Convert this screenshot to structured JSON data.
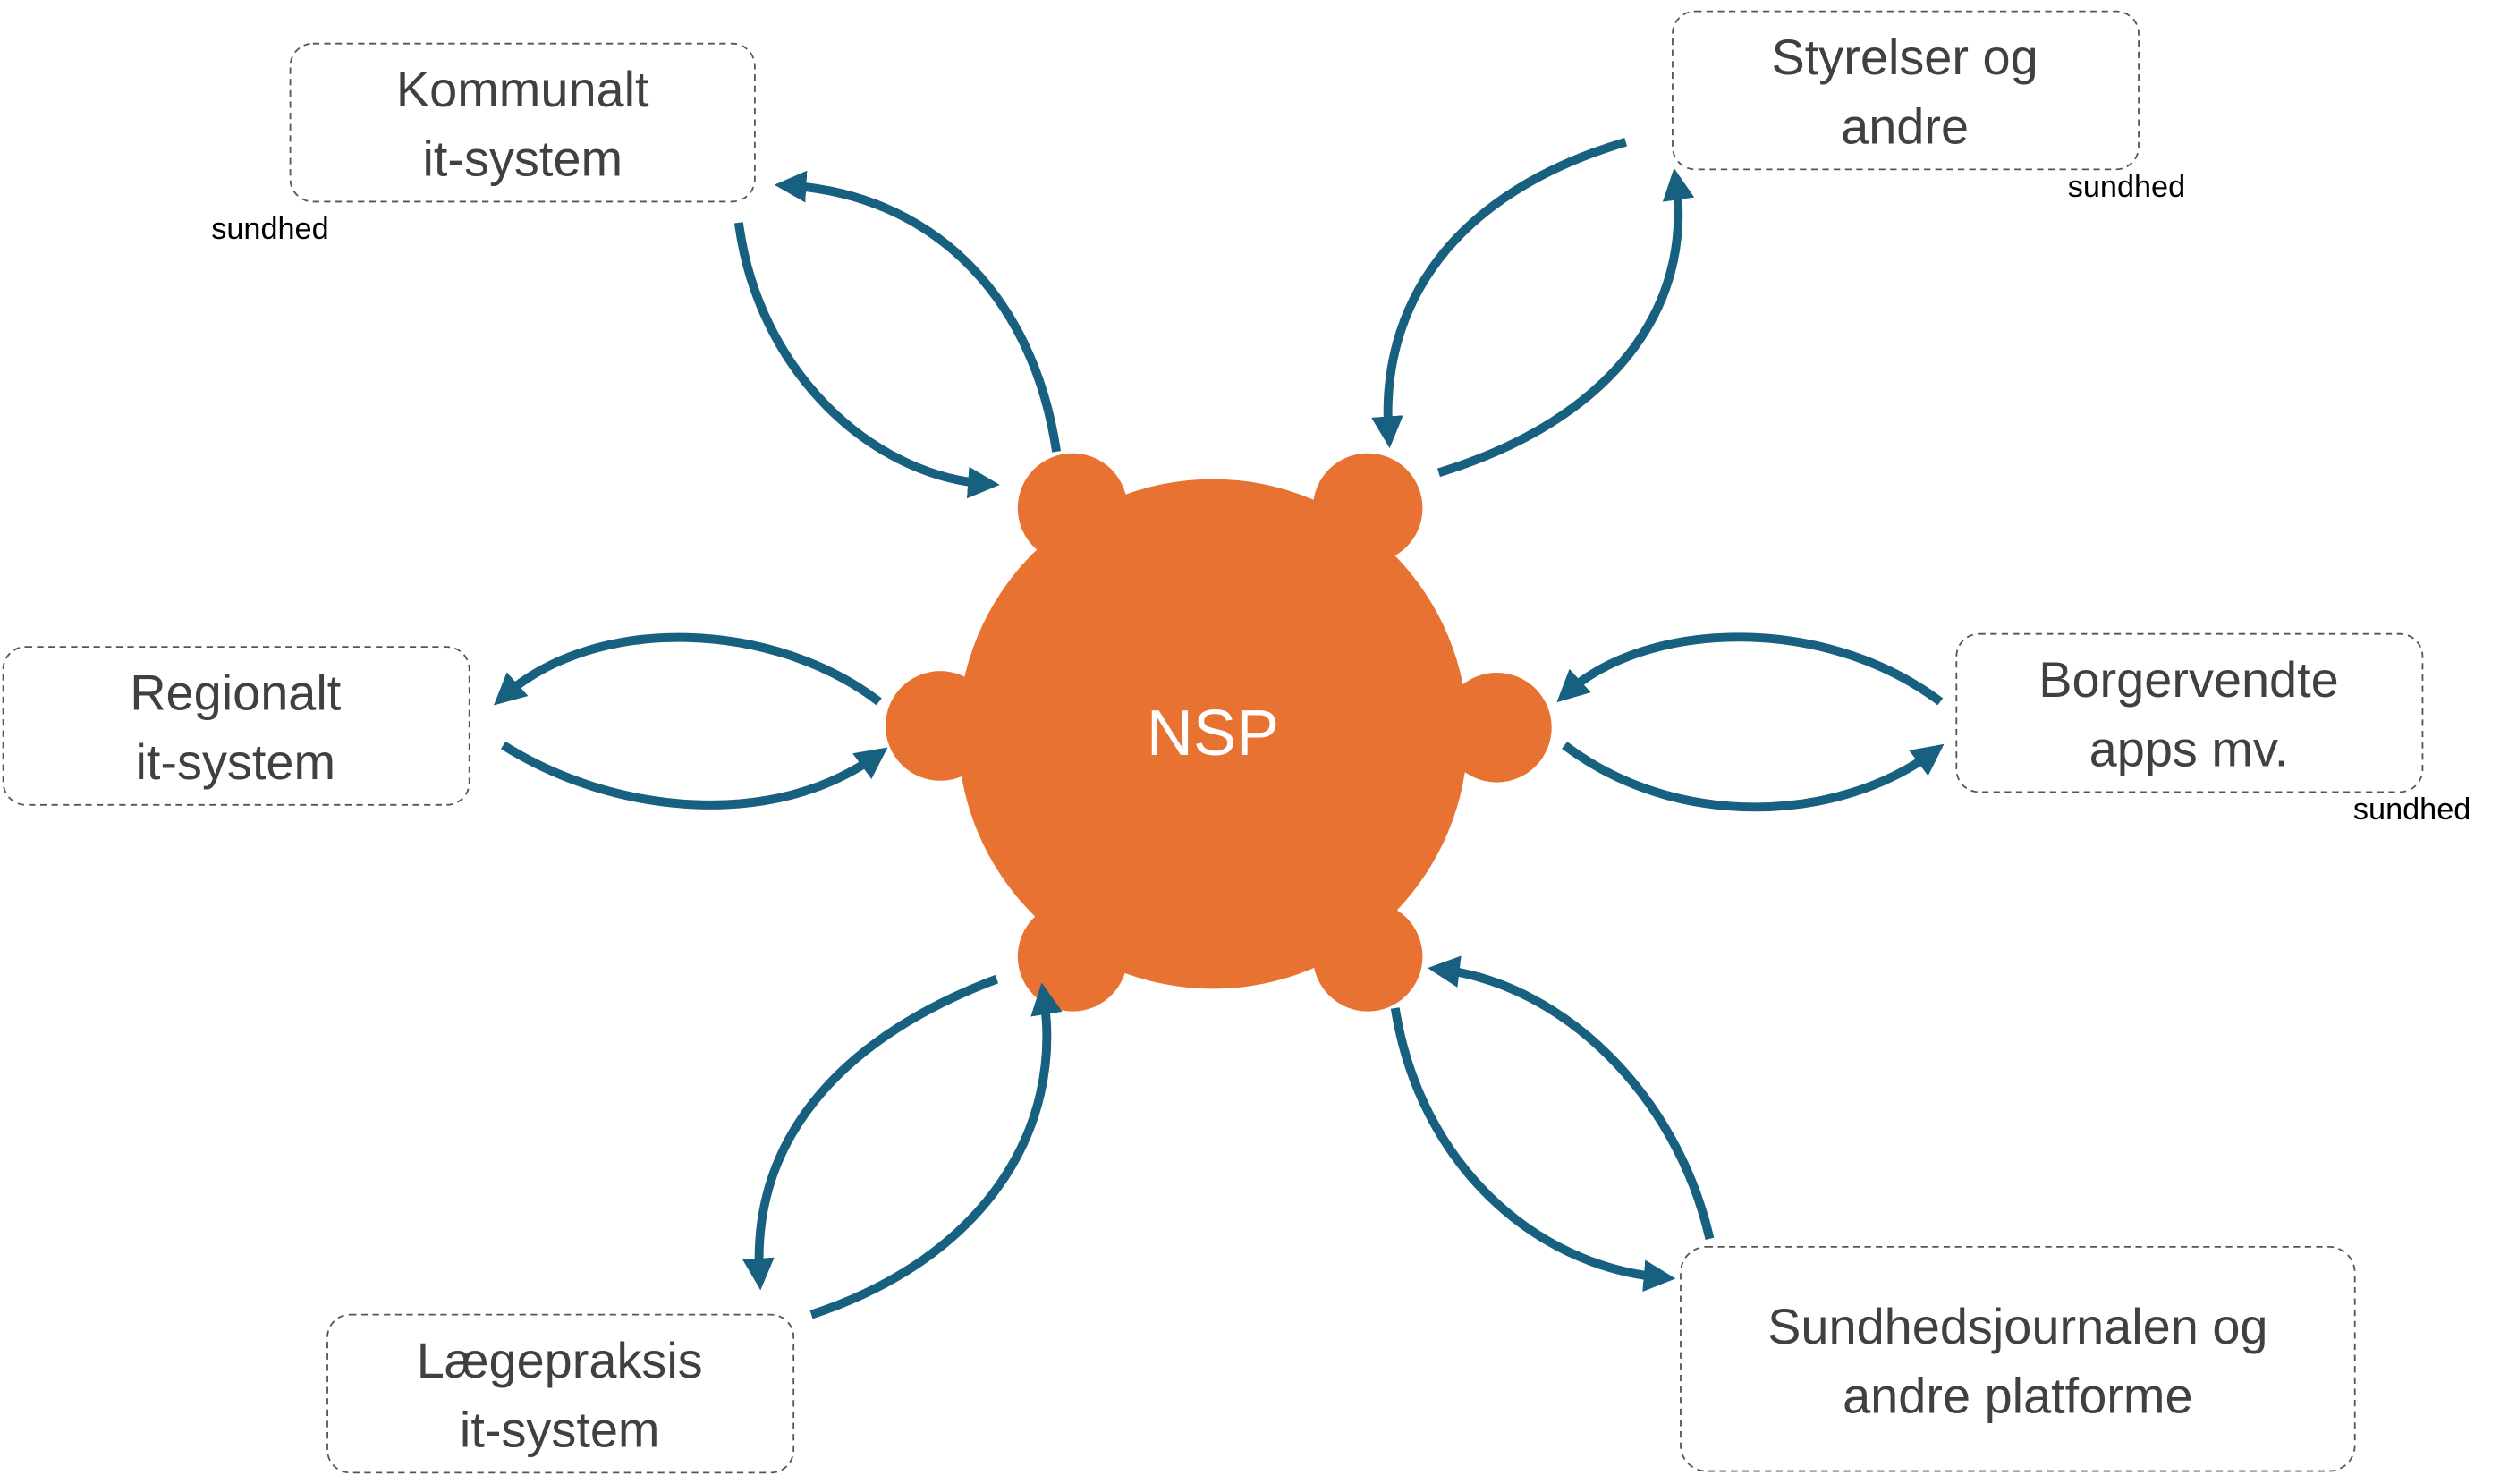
{
  "center": {
    "label": "NSP",
    "color": "#e87232"
  },
  "arrow_color": "#18607f",
  "nodes": [
    {
      "line1": "Kommunalt",
      "line2": "it-system"
    },
    {
      "line1": "Styrelser og",
      "line2": "andre"
    },
    {
      "line1": "Regionalt",
      "line2": "it-system"
    },
    {
      "line1": "Borgervendte",
      "line2": "apps mv."
    },
    {
      "line1": "Lægepraksis",
      "line2": "it-system"
    },
    {
      "line1": "Sundhedsjournalen og",
      "line2": "andre platforme"
    }
  ],
  "stray_labels": [
    "sundhed",
    "sundhed",
    "sundhed"
  ]
}
